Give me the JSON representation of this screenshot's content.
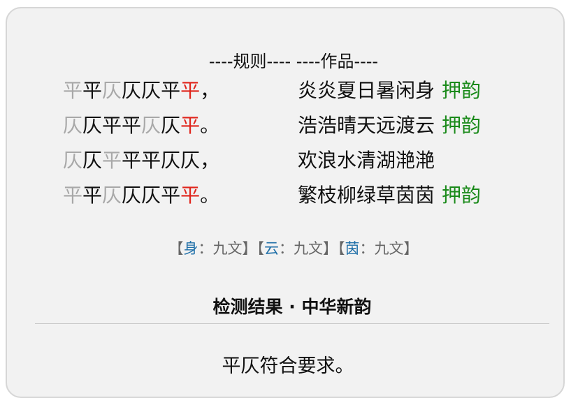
{
  "header": "----规则---- ----作品----",
  "colors": {
    "gray": "#a8a8a8",
    "black": "#111111",
    "red": "#e0241b",
    "green": "#1a8a1a",
    "blue": "#1f6fa8"
  },
  "rules": [
    {
      "chars": [
        [
          "平",
          "g"
        ],
        [
          "平",
          "b"
        ],
        [
          "仄",
          "g"
        ],
        [
          "仄",
          "b"
        ],
        [
          "仄",
          "b"
        ],
        [
          "平",
          "b"
        ],
        [
          "平",
          "r"
        ]
      ],
      "punct": "，"
    },
    {
      "chars": [
        [
          "仄",
          "g"
        ],
        [
          "仄",
          "b"
        ],
        [
          "平",
          "b"
        ],
        [
          "平",
          "b"
        ],
        [
          "仄",
          "g"
        ],
        [
          "仄",
          "b"
        ],
        [
          "平",
          "r"
        ]
      ],
      "punct": "。"
    },
    {
      "chars": [
        [
          "仄",
          "g"
        ],
        [
          "仄",
          "b"
        ],
        [
          "平",
          "g"
        ],
        [
          "平",
          "b"
        ],
        [
          "平",
          "b"
        ],
        [
          "仄",
          "b"
        ],
        [
          "仄",
          "b"
        ]
      ],
      "punct": "，"
    },
    {
      "chars": [
        [
          "平",
          "g"
        ],
        [
          "平",
          "b"
        ],
        [
          "仄",
          "g"
        ],
        [
          "仄",
          "b"
        ],
        [
          "仄",
          "b"
        ],
        [
          "平",
          "b"
        ],
        [
          "平",
          "r"
        ]
      ],
      "punct": "。"
    }
  ],
  "works": [
    {
      "line": "炎炎夏日暑闲身",
      "rhyme": "押韵"
    },
    {
      "line": "浩浩晴天远渡云",
      "rhyme": "押韵"
    },
    {
      "line": "欢浪水清湖滟滟",
      "rhyme": ""
    },
    {
      "line": "繁枝柳绿草茵茵",
      "rhyme": "押韵"
    }
  ],
  "rhyme_notes": [
    {
      "char": "身",
      "group": "九文"
    },
    {
      "char": "云",
      "group": "九文"
    },
    {
      "char": "茵",
      "group": "九文"
    }
  ],
  "result_title": "检测结果 · 中华新韵",
  "result_text": "平仄符合要求。"
}
